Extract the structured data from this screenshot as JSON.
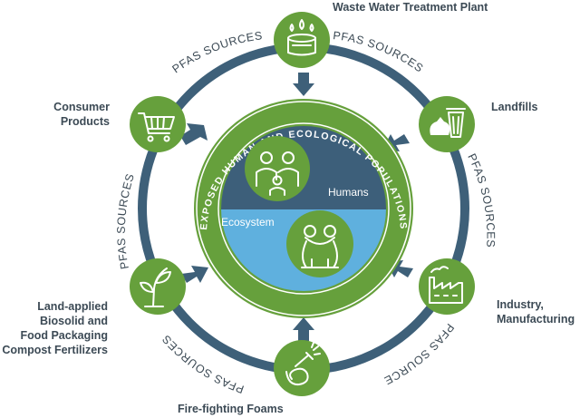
{
  "ring_text": "PFAS SOURCES",
  "center": {
    "band_text": "EXPOSED HUMAN AND ECOLOGICAL POPULATIONS",
    "top_label": "Humans",
    "bottom_label": "Ecosystem"
  },
  "sources": {
    "wastewater": {
      "lines": [
        "Waste Water Treatment Plant"
      ],
      "icon": "water-tank-icon"
    },
    "landfills": {
      "lines": [
        "Landfills"
      ],
      "icon": "trash-can-icon"
    },
    "industry": {
      "lines": [
        "Industry,",
        "Manufacturing"
      ],
      "icon": "factory-icon"
    },
    "firefighting": {
      "lines": [
        "Fire-fighting Foams"
      ],
      "icon": "hose-nozzle-icon"
    },
    "landapplied": {
      "lines": [
        "Land-applied",
        "Biosolid and",
        "Food Packaging",
        "Compost Fertilizers"
      ],
      "icon": "seedling-icon"
    },
    "consumer": {
      "lines": [
        "Consumer",
        "Products"
      ],
      "icon": "shopping-cart-icon"
    }
  },
  "colors": {
    "ring": "#3e6079",
    "green": "#66a03c",
    "dark_green": "#4a7d2e",
    "navy": "#3d5f7a",
    "sky": "#5fb0de",
    "text": "#3c4a55"
  }
}
